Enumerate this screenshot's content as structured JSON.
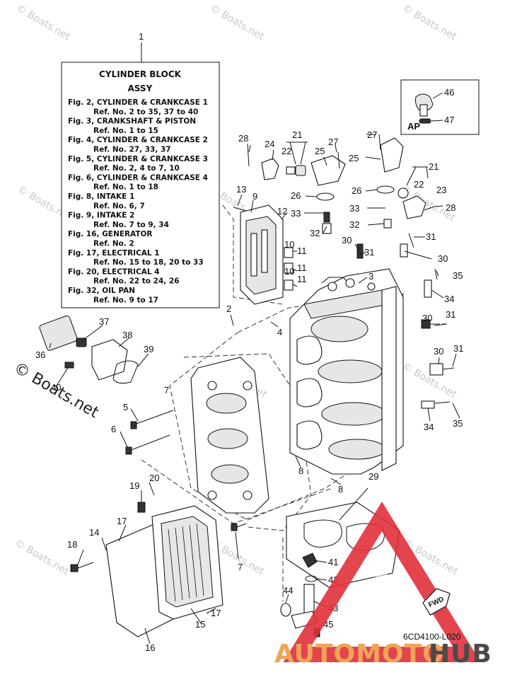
{
  "legend": {
    "ref": "1",
    "title": "CYLINDER BLOCK",
    "subtitle": "ASSY",
    "lines": [
      "Fig. 2, CYLINDER & CRANKCASE 1",
      "Ref. No. 2 to 35, 37 to 40",
      "Fig. 3, CRANKSHAFT & PISTON",
      "Ref. No. 1 to 15",
      "Fig. 4, CYLINDER & CRANKCASE 2",
      "Ref. No. 27, 33, 37",
      "Fig. 5, CYLINDER & CRANKCASE 3",
      "Ref. No. 2, 4 to 7, 10",
      "Fig. 6, CYLINDER & CRANKCASE 4",
      "Ref. No. 1 to 18",
      "Fig. 8, INTAKE 1",
      "Ref. No. 6, 7",
      "Fig. 9, INTAKE 2",
      "Ref. No. 7 to 9, 34",
      "Fig. 16, GENERATOR",
      "Ref. No. 2",
      "Fig. 17, ELECTRICAL 1",
      "Ref. No. 15 to 18, 20 to 33",
      "Fig. 20, ELECTRICAL 4",
      "Ref. No. 22 to 24, 26",
      "Fig. 32, OIL PAN",
      "Ref. No. 9 to 17"
    ]
  },
  "ap_box": {
    "label": "AP",
    "items": [
      "46",
      "47"
    ]
  },
  "callouts": [
    "2",
    "3",
    "4",
    "5",
    "6",
    "7",
    "7",
    "8",
    "8",
    "9",
    "10",
    "10",
    "11",
    "11",
    "11",
    "12",
    "13",
    "14",
    "16",
    "15",
    "17",
    "17",
    "18",
    "19",
    "20",
    "21",
    "21",
    "22",
    "22",
    "23",
    "24",
    "25",
    "25",
    "26",
    "26",
    "27",
    "27",
    "28",
    "28",
    "29",
    "30",
    "30",
    "30",
    "30",
    "31",
    "31",
    "31",
    "31",
    "32",
    "32",
    "33",
    "33",
    "34",
    "34",
    "35",
    "35",
    "36",
    "37",
    "38",
    "39",
    "40",
    "41",
    "42",
    "43",
    "44",
    "45"
  ],
  "watermark": {
    "small": "© Boats.net",
    "large": "© Boats.net"
  },
  "diagram_code": "6CD4100-L020",
  "fwd_label": "FWD",
  "brand": {
    "part1": "AUTOMOTO",
    "part2": "HUB",
    "accent": "#f0a45a",
    "dark": "#4a4a4a",
    "triangle": "#e0303a"
  }
}
